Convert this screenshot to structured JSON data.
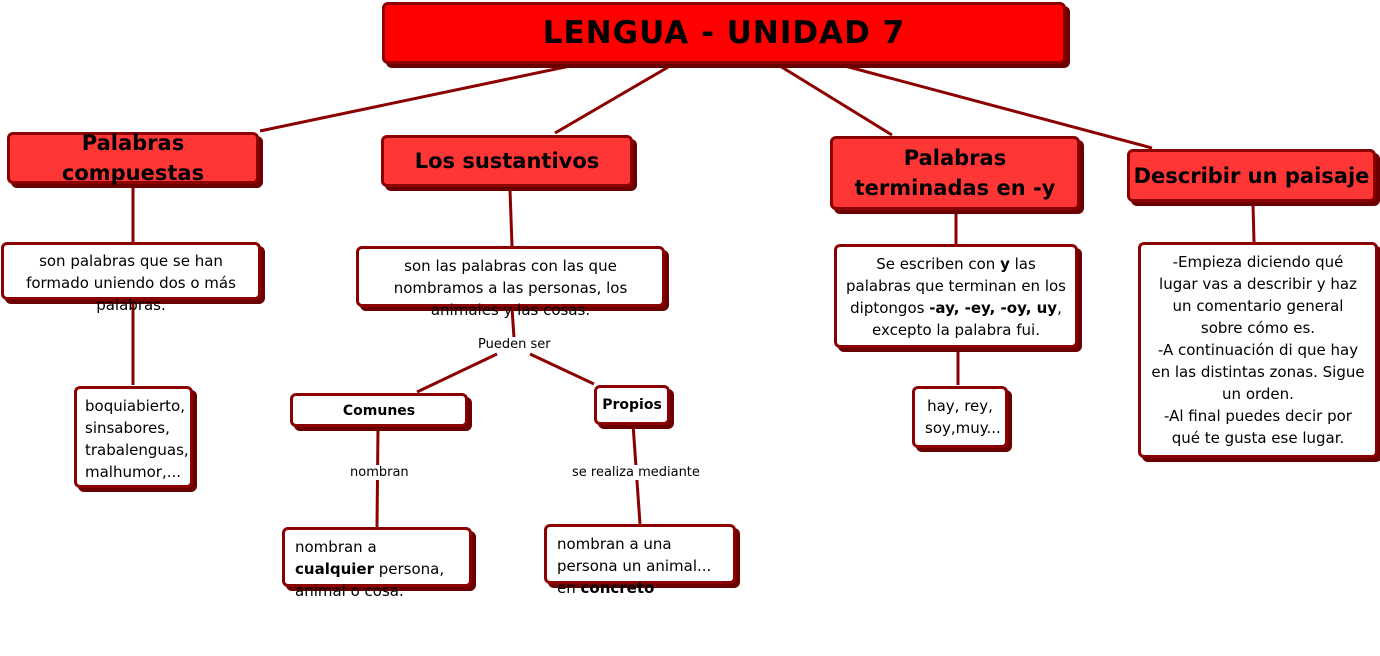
{
  "title": "LENGUA - UNIDAD 7",
  "colors": {
    "title_fill": "#ff0000",
    "heading_fill": "#ff3636",
    "border": "#8b0000",
    "line": "#8b0000"
  },
  "branches": {
    "compuestas": {
      "heading": "Palabras compuestas",
      "definition": "son palabras que se han formado uniendo dos o más palabras.",
      "examples": [
        "boquiabierto,",
        "sinsabores,",
        "trabalenguas,",
        "malhumor,..."
      ]
    },
    "sustantivos": {
      "heading": "Los sustantivos",
      "definition": "son las palabras con las que nombramos a las personas, los animales y las cosas.",
      "link_label": "Pueden ser",
      "comunes": {
        "label": "Comunes",
        "link_label": "nombran",
        "desc_pre": "nombran a ",
        "desc_bold": "cualquier",
        "desc_post": " persona, animal o cosa."
      },
      "propios": {
        "label": "Propios",
        "link_label": "se realiza mediante",
        "desc_pre": "nombran a una persona un animal... en ",
        "desc_bold": "concreto"
      }
    },
    "terminadas_y": {
      "heading": "Palabras terminadas en -y",
      "desc_1": "Se escriben con ",
      "desc_bold_1": "y",
      "desc_2": " las palabras que terminan en los diptongos ",
      "desc_bold_2": "-ay, -ey, -oy, uy",
      "desc_3": ", excepto la palabra fui.",
      "examples": "hay, rey, soy,muy..."
    },
    "paisaje": {
      "heading": "Describir un paisaje",
      "desc": [
        "-Empieza diciendo qué lugar vas a describir y haz un comentario general sobre cómo es.",
        "-A continuación di que hay en las distintas zonas. Sigue un orden.",
        "-Al final puedes decir por qué te gusta ese lugar."
      ]
    }
  }
}
